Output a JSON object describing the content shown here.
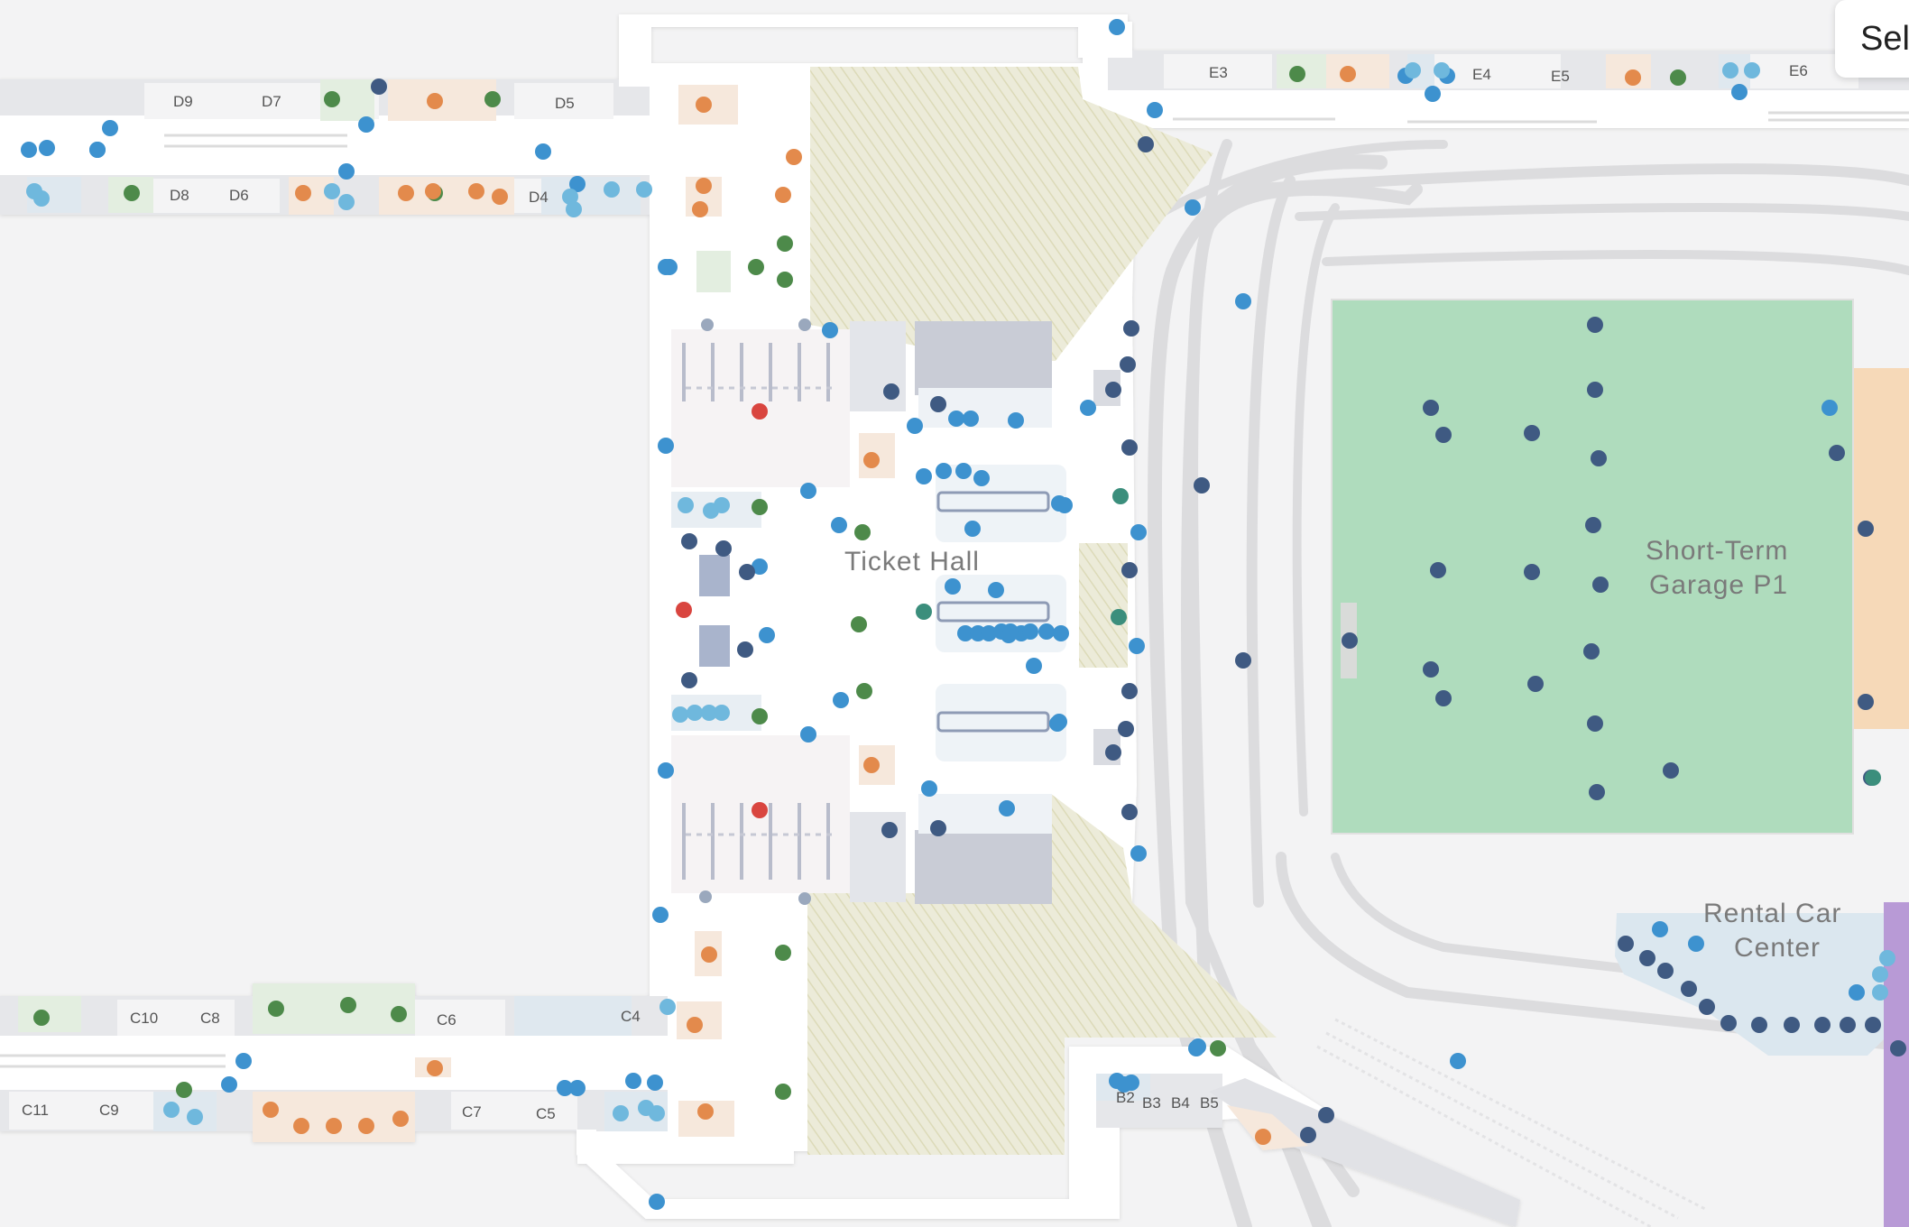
{
  "map": {
    "select_label": "Sele",
    "areas": {
      "ticket_hall": "Ticket Hall",
      "garage_line1": "Short-Term",
      "garage_line2": "Garage P1",
      "rental_line1": "Rental Car",
      "rental_line2": "Center"
    },
    "gates": {
      "d9": "D9",
      "d7": "D7",
      "d5": "D5",
      "d8": "D8",
      "d6": "D6",
      "d4": "D4",
      "e3": "E3",
      "e4": "E4",
      "e5": "E5",
      "e6": "E6",
      "c10": "C10",
      "c8": "C8",
      "c6": "C6",
      "c4": "C4",
      "c11": "C11",
      "c9": "C9",
      "c7": "C7",
      "c5": "C5",
      "b2": "B2",
      "b3": "B3",
      "b4": "B4",
      "b5": "B5"
    },
    "poi_types": {
      "restroom": {
        "color": "#3d92cf"
      },
      "amenity": {
        "color": "#6fb8dd"
      },
      "shop": {
        "color": "#4d8a4a"
      },
      "food": {
        "color": "#e38a4c"
      },
      "service": {
        "color": "#3f5a82"
      },
      "emergency": {
        "color": "#d9453f"
      },
      "info": {
        "color": "#3b8e7c"
      },
      "misc": {
        "color": "#9aa8bd"
      }
    }
  }
}
